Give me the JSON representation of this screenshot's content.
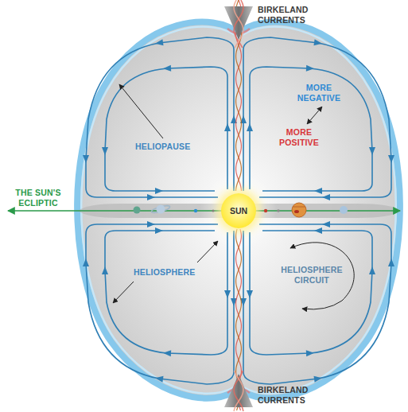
{
  "diagram": {
    "nodes": [
      {
        "text": [
          "SUN"
        ]
      }
    ],
    "labels": [
      "BIRKELAND CURRENTS",
      "THE SUN'S ECLIPTIC",
      "HELIOPAUSE",
      "MORE NEGATIVE",
      "MORE POSITIVE",
      "HELIOSPHERE",
      "HELIOSPHERE CIRCUIT",
      "BIRKELAND CURRENTS"
    ]
  }
}
